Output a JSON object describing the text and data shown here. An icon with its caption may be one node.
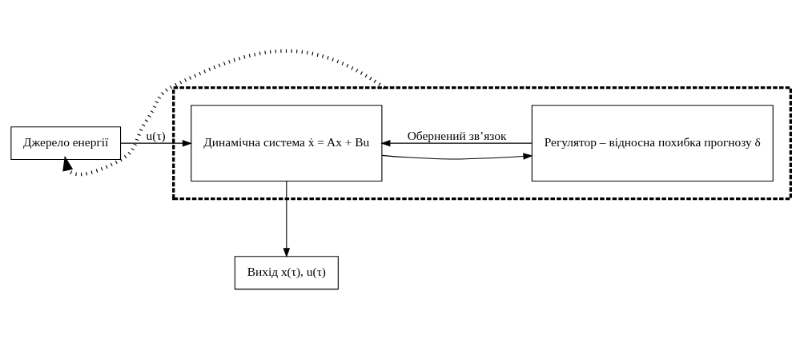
{
  "diagram": {
    "nodes": [
      {
        "text": [
          "Вихід x(τ), u(τ)"
        ]
      },
      {
        "text": [],
        "shape": "box"
      },
      {
        "text": [
          "Джерело енергії"
        ]
      },
      {
        "text": [
          "Динамічна система ẋ = Ax + Bu"
        ],
        "in": 1
      },
      {
        "text": [
          "Регулятор – відносна похибка прогнозу δ"
        ],
        "in": 1
      }
    ],
    "edges": [
      {
        "from": 2,
        "to": 3,
        "arrow": "to",
        "label": "u(τ)"
      },
      {
        "from": 3,
        "to": 0,
        "arrow": "to"
      },
      {
        "from": 3,
        "to": 4,
        "arrow": "to"
      },
      {
        "from": 4,
        "to": 3,
        "arrow": "to",
        "label": "Обернений зв’язок"
      },
      {
        "from": 1,
        "to": 2,
        "arrow": "to",
        "style": "dashed"
      }
    ]
  }
}
